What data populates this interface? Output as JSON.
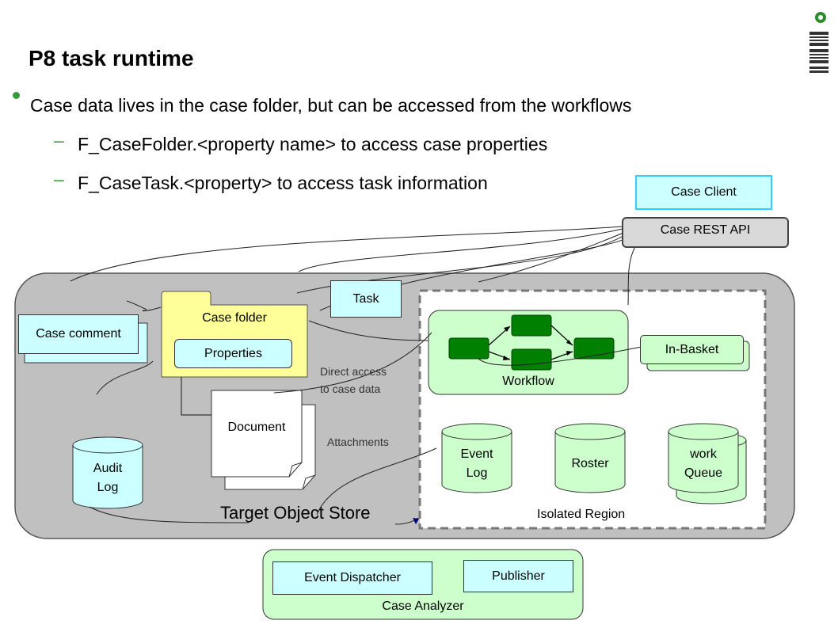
{
  "slide": {
    "title": "P8 task runtime",
    "bullets": {
      "main": "Case data lives in the case folder, but can be accessed from the workflows",
      "sub1_dash": "–",
      "sub1": "F_CaseFolder.<property name> to access case properties",
      "sub2_dash": "–",
      "sub2": "F_CaseTask.<property> to access task information"
    }
  },
  "diagram": {
    "case_client": "Case Client",
    "case_rest_api": "Case REST API",
    "task": "Task",
    "case_folder": "Case folder",
    "properties": "Properties",
    "case_comment": "Case comment",
    "document": "Document",
    "direct_access_line1": "Direct access",
    "direct_access_line2": "to case data",
    "attachments": "Attachments",
    "audit_log_line1": "Audit",
    "audit_log_line2": "Log",
    "target_object_store": "Target Object Store",
    "workflow": "Workflow",
    "in_basket": "In-Basket",
    "event_log_line1": "Event",
    "event_log_line2": "Log",
    "roster": "Roster",
    "work_queue_line1": "work",
    "work_queue_line2": "Queue",
    "isolated_region": "Isolated Region",
    "event_dispatcher": "Event Dispatcher",
    "publisher": "Publisher",
    "case_analyzer": "Case Analyzer"
  },
  "colors": {
    "store_gray": "#c0c0c0",
    "light_green": "#ccffcc",
    "dark_green": "#008000",
    "light_cyan": "#ccffff",
    "folder_yellow": "#ffff99",
    "cyan_border": "#33ccff",
    "bullet_green": "#3a9a3a"
  },
  "logo": {
    "icon": "ibm-logo-icon"
  }
}
